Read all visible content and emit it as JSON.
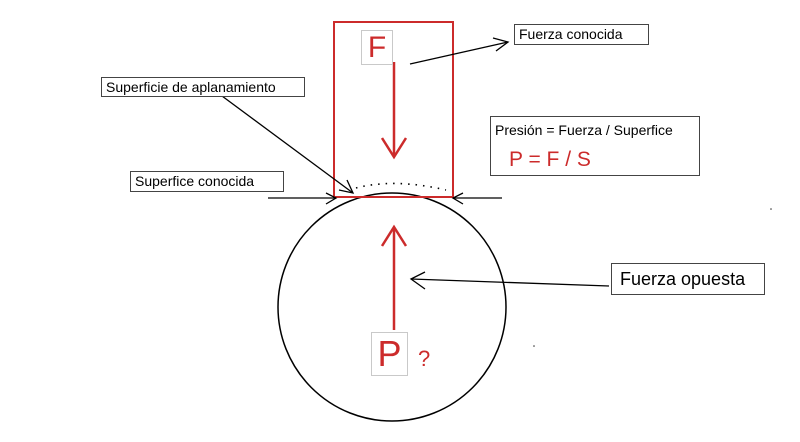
{
  "labels": {
    "fuerza_conocida": "Fuerza conocida",
    "superficie_aplanamiento": "Superficie de aplanamiento",
    "superfice_conocida": "Superfice conocida",
    "fuerza_opuesta": "Fuerza opuesta"
  },
  "formula": {
    "text": "Presión = Fuerza / Superfice",
    "equation": "P = F / S"
  },
  "symbols": {
    "force": "F",
    "pressure": "P",
    "unknown": "?"
  },
  "colors": {
    "accent_red": "#cc2b2b",
    "line_black": "#000000"
  }
}
